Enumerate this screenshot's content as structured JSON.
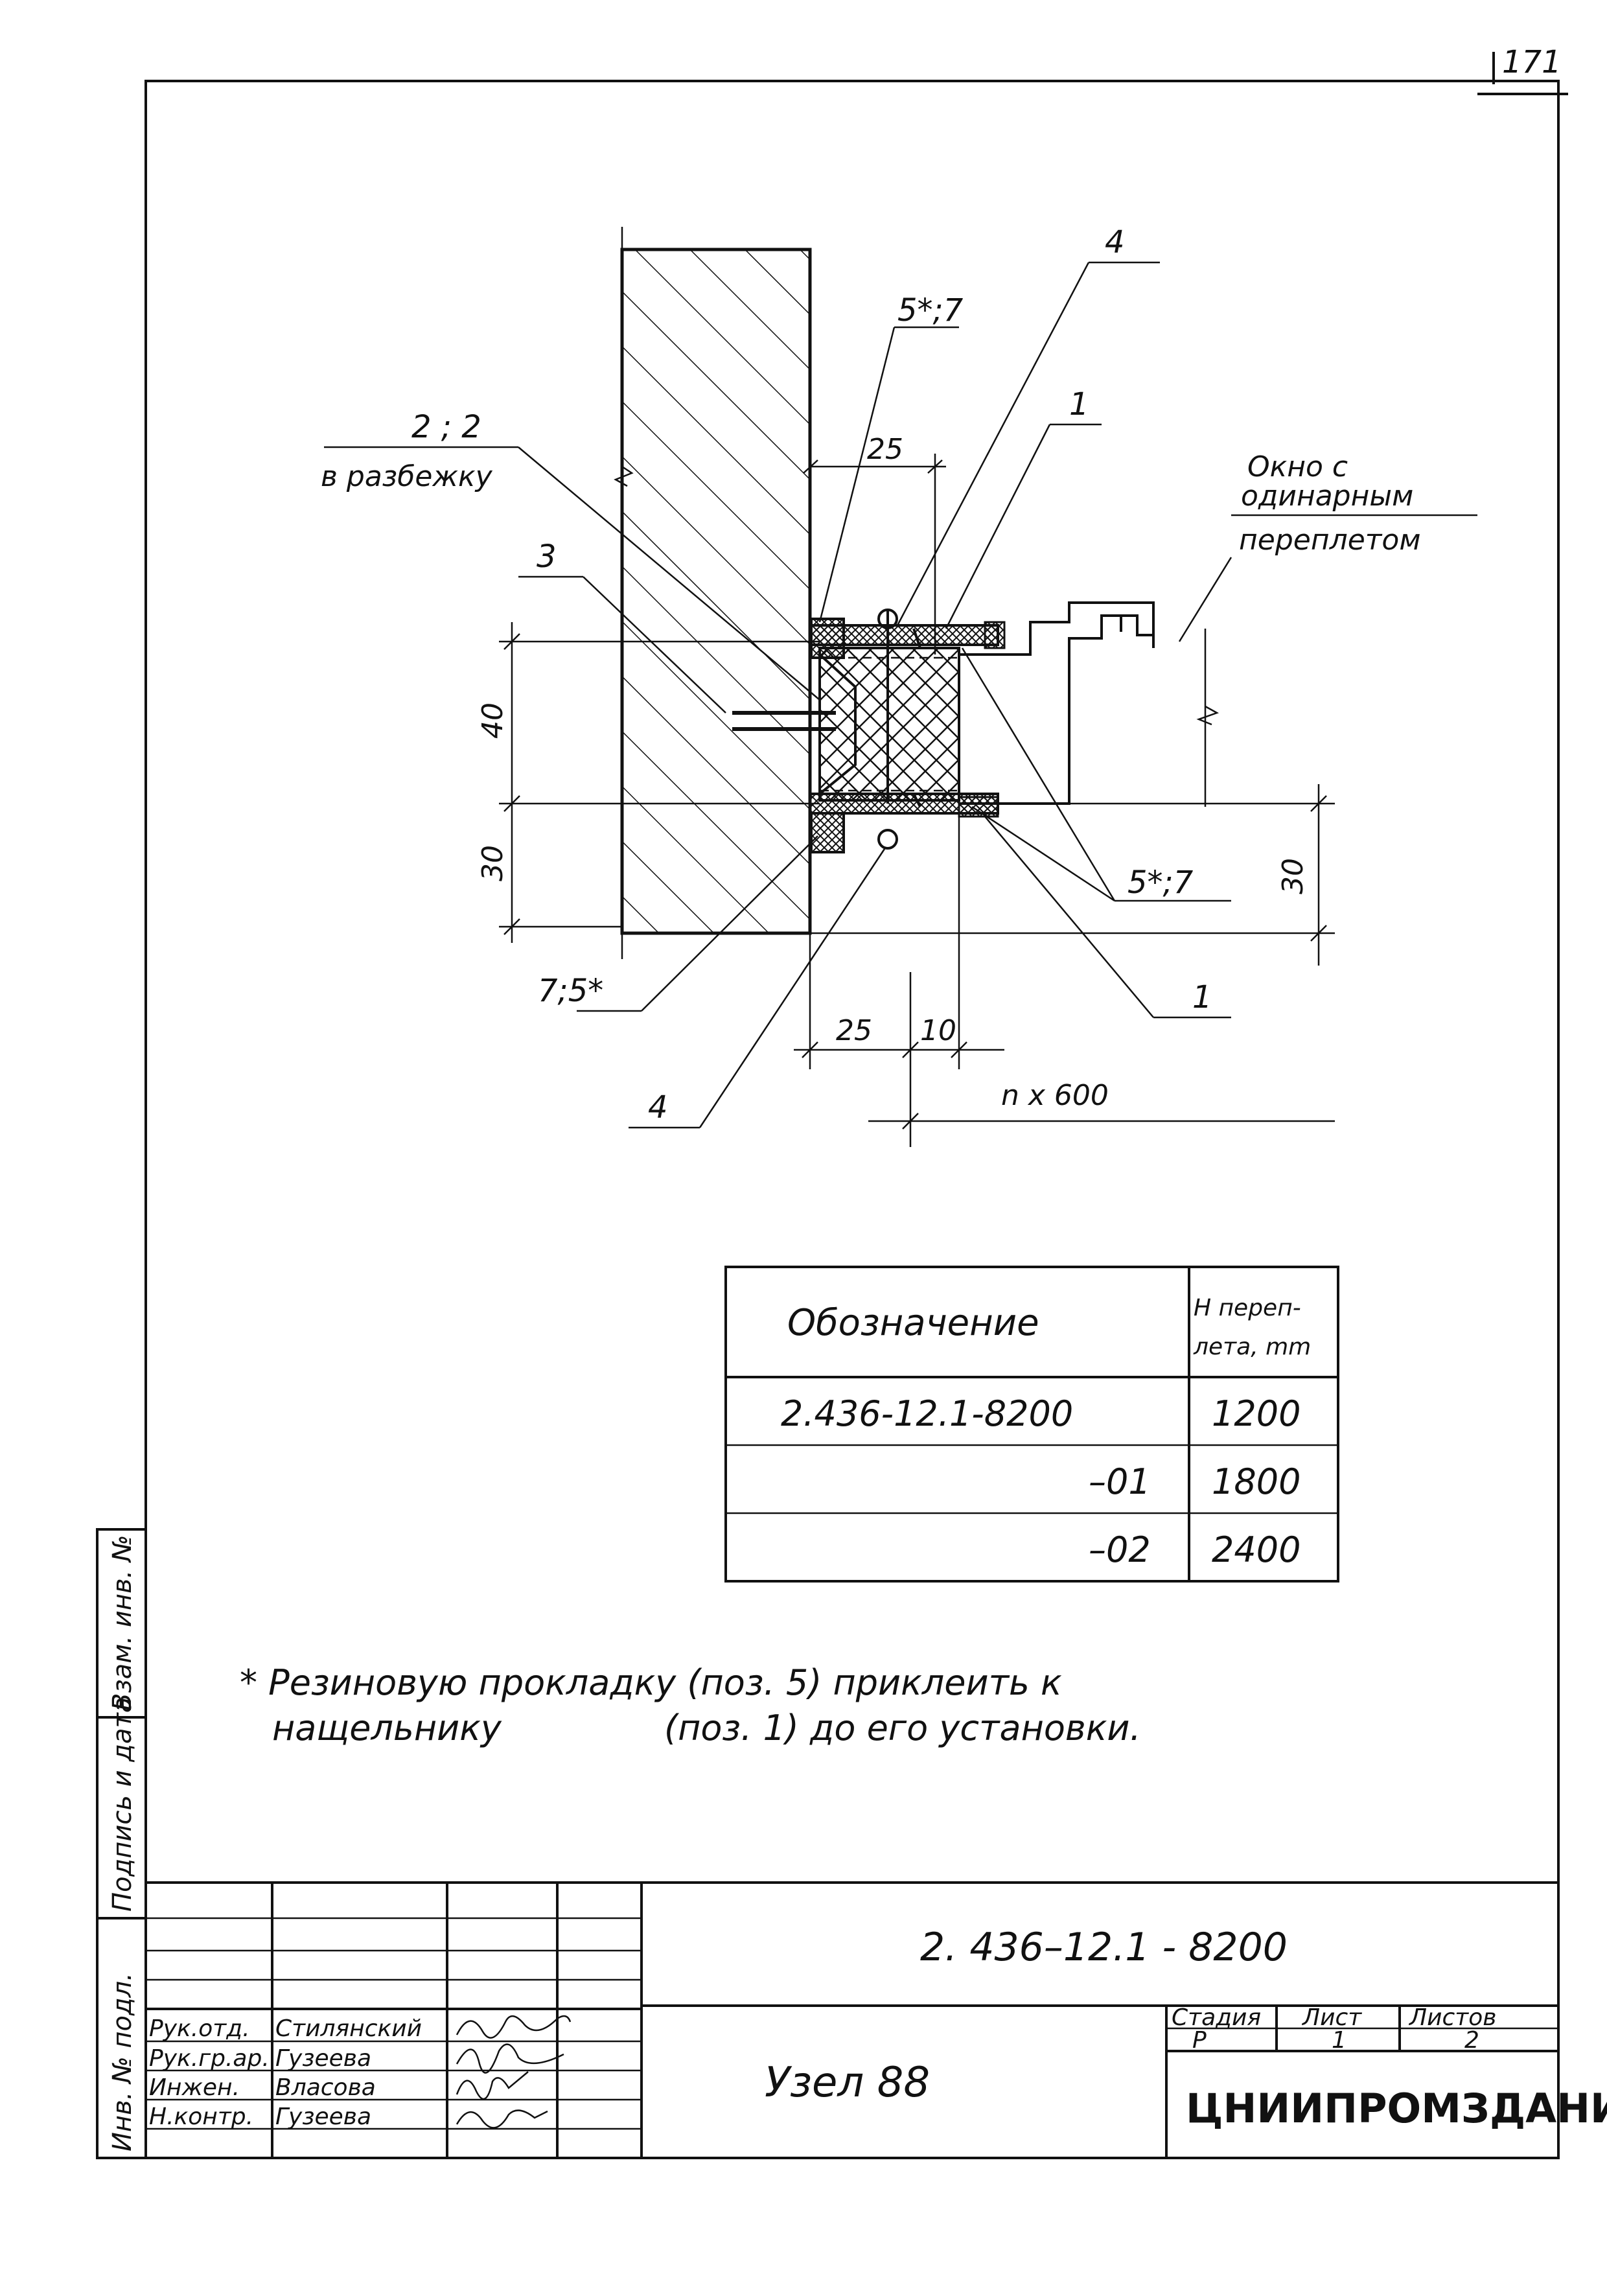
{
  "page_number": "171",
  "drawing": {
    "callouts": {
      "c4_top": "4",
      "c57_top": "5*;7",
      "c22": "2 ; 2",
      "c22_sub": "в разбежку",
      "c1_top": "1",
      "c3": "3",
      "c57_right": "5*;7",
      "c75": "7;5*",
      "c1_bottom": "1",
      "c4_bottom": "4",
      "window_l1": "Окно с",
      "window_l2": "одинарным",
      "window_l3": "переплетом"
    },
    "dims": {
      "d25_top": "25",
      "d40": "40",
      "d30_left": "30",
      "d30_right": "30",
      "d25_bottom": "25",
      "d10": "10",
      "dn600": "n x 600"
    }
  },
  "spec_table": {
    "col1_header": "Обозначение",
    "col2_header_l1": "H переп-",
    "col2_header_l2": "лета, mm",
    "rows": [
      {
        "designation": "2.436-12.1-8200",
        "height": "1200"
      },
      {
        "designation": "–01",
        "height": "1800"
      },
      {
        "designation": "–02",
        "height": "2400"
      }
    ]
  },
  "note": {
    "line1": "* Резиновую прокладку (поз. 5) приклеить к",
    "line2": "нащельнику",
    "line2b": "(поз. 1) до его установки."
  },
  "side_stamp": {
    "inv_orig": "Инв. № подл.",
    "sign_date": "Подпись и дата",
    "inv_dup": "Взам. инв. №"
  },
  "title_block": {
    "doc_code": "2. 436–12.1 - 8200",
    "title": "Узел 88",
    "stage_label": "Стадия",
    "sheet_label": "Лист",
    "sheets_label": "Листов",
    "stage": "Р",
    "sheet": "1",
    "sheets": "2",
    "organization": "ЦНИИПРОМЗДАНИЙ",
    "signers": [
      {
        "role": "Рук.отд.",
        "name": "Стилянский"
      },
      {
        "role": "Рук.гр.ар.",
        "name": "Гузеева"
      },
      {
        "role": "Инжен.",
        "name": "Власова"
      },
      {
        "role": "Н.контр.",
        "name": "Гузеева"
      }
    ]
  }
}
